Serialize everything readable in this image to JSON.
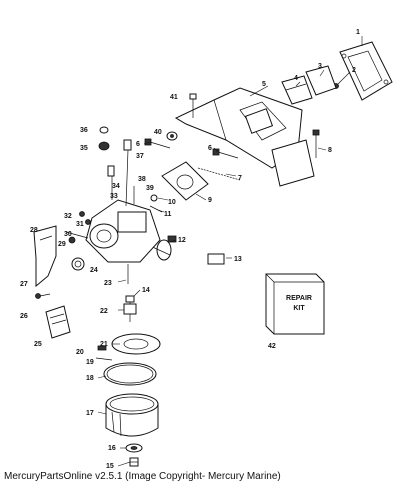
{
  "callouts": [
    {
      "num": "1"
    },
    {
      "num": "2"
    },
    {
      "num": "3"
    },
    {
      "num": "4"
    },
    {
      "num": "5"
    },
    {
      "num": "6"
    },
    {
      "num": "6"
    },
    {
      "num": "7"
    },
    {
      "num": "8"
    },
    {
      "num": "9"
    },
    {
      "num": "10"
    },
    {
      "num": "11"
    },
    {
      "num": "12"
    },
    {
      "num": "13"
    },
    {
      "num": "14"
    },
    {
      "num": "15"
    },
    {
      "num": "16"
    },
    {
      "num": "17"
    },
    {
      "num": "18"
    },
    {
      "num": "19"
    },
    {
      "num": "20"
    },
    {
      "num": "21"
    },
    {
      "num": "22"
    },
    {
      "num": "23"
    },
    {
      "num": "24"
    },
    {
      "num": "25"
    },
    {
      "num": "26"
    },
    {
      "num": "27"
    },
    {
      "num": "28"
    },
    {
      "num": "29"
    },
    {
      "num": "30"
    },
    {
      "num": "31"
    },
    {
      "num": "32"
    },
    {
      "num": "33"
    },
    {
      "num": "34"
    },
    {
      "num": "35"
    },
    {
      "num": "36"
    },
    {
      "num": "37"
    },
    {
      "num": "38"
    },
    {
      "num": "39"
    },
    {
      "num": "40"
    },
    {
      "num": "41"
    },
    {
      "num": "42"
    }
  ],
  "repair_kit": {
    "line1": "REPAIR",
    "line2": "KIT"
  },
  "caption": "MercuryPartsOnline v2.5.1 (Image Copyright- Mercury Marine)"
}
